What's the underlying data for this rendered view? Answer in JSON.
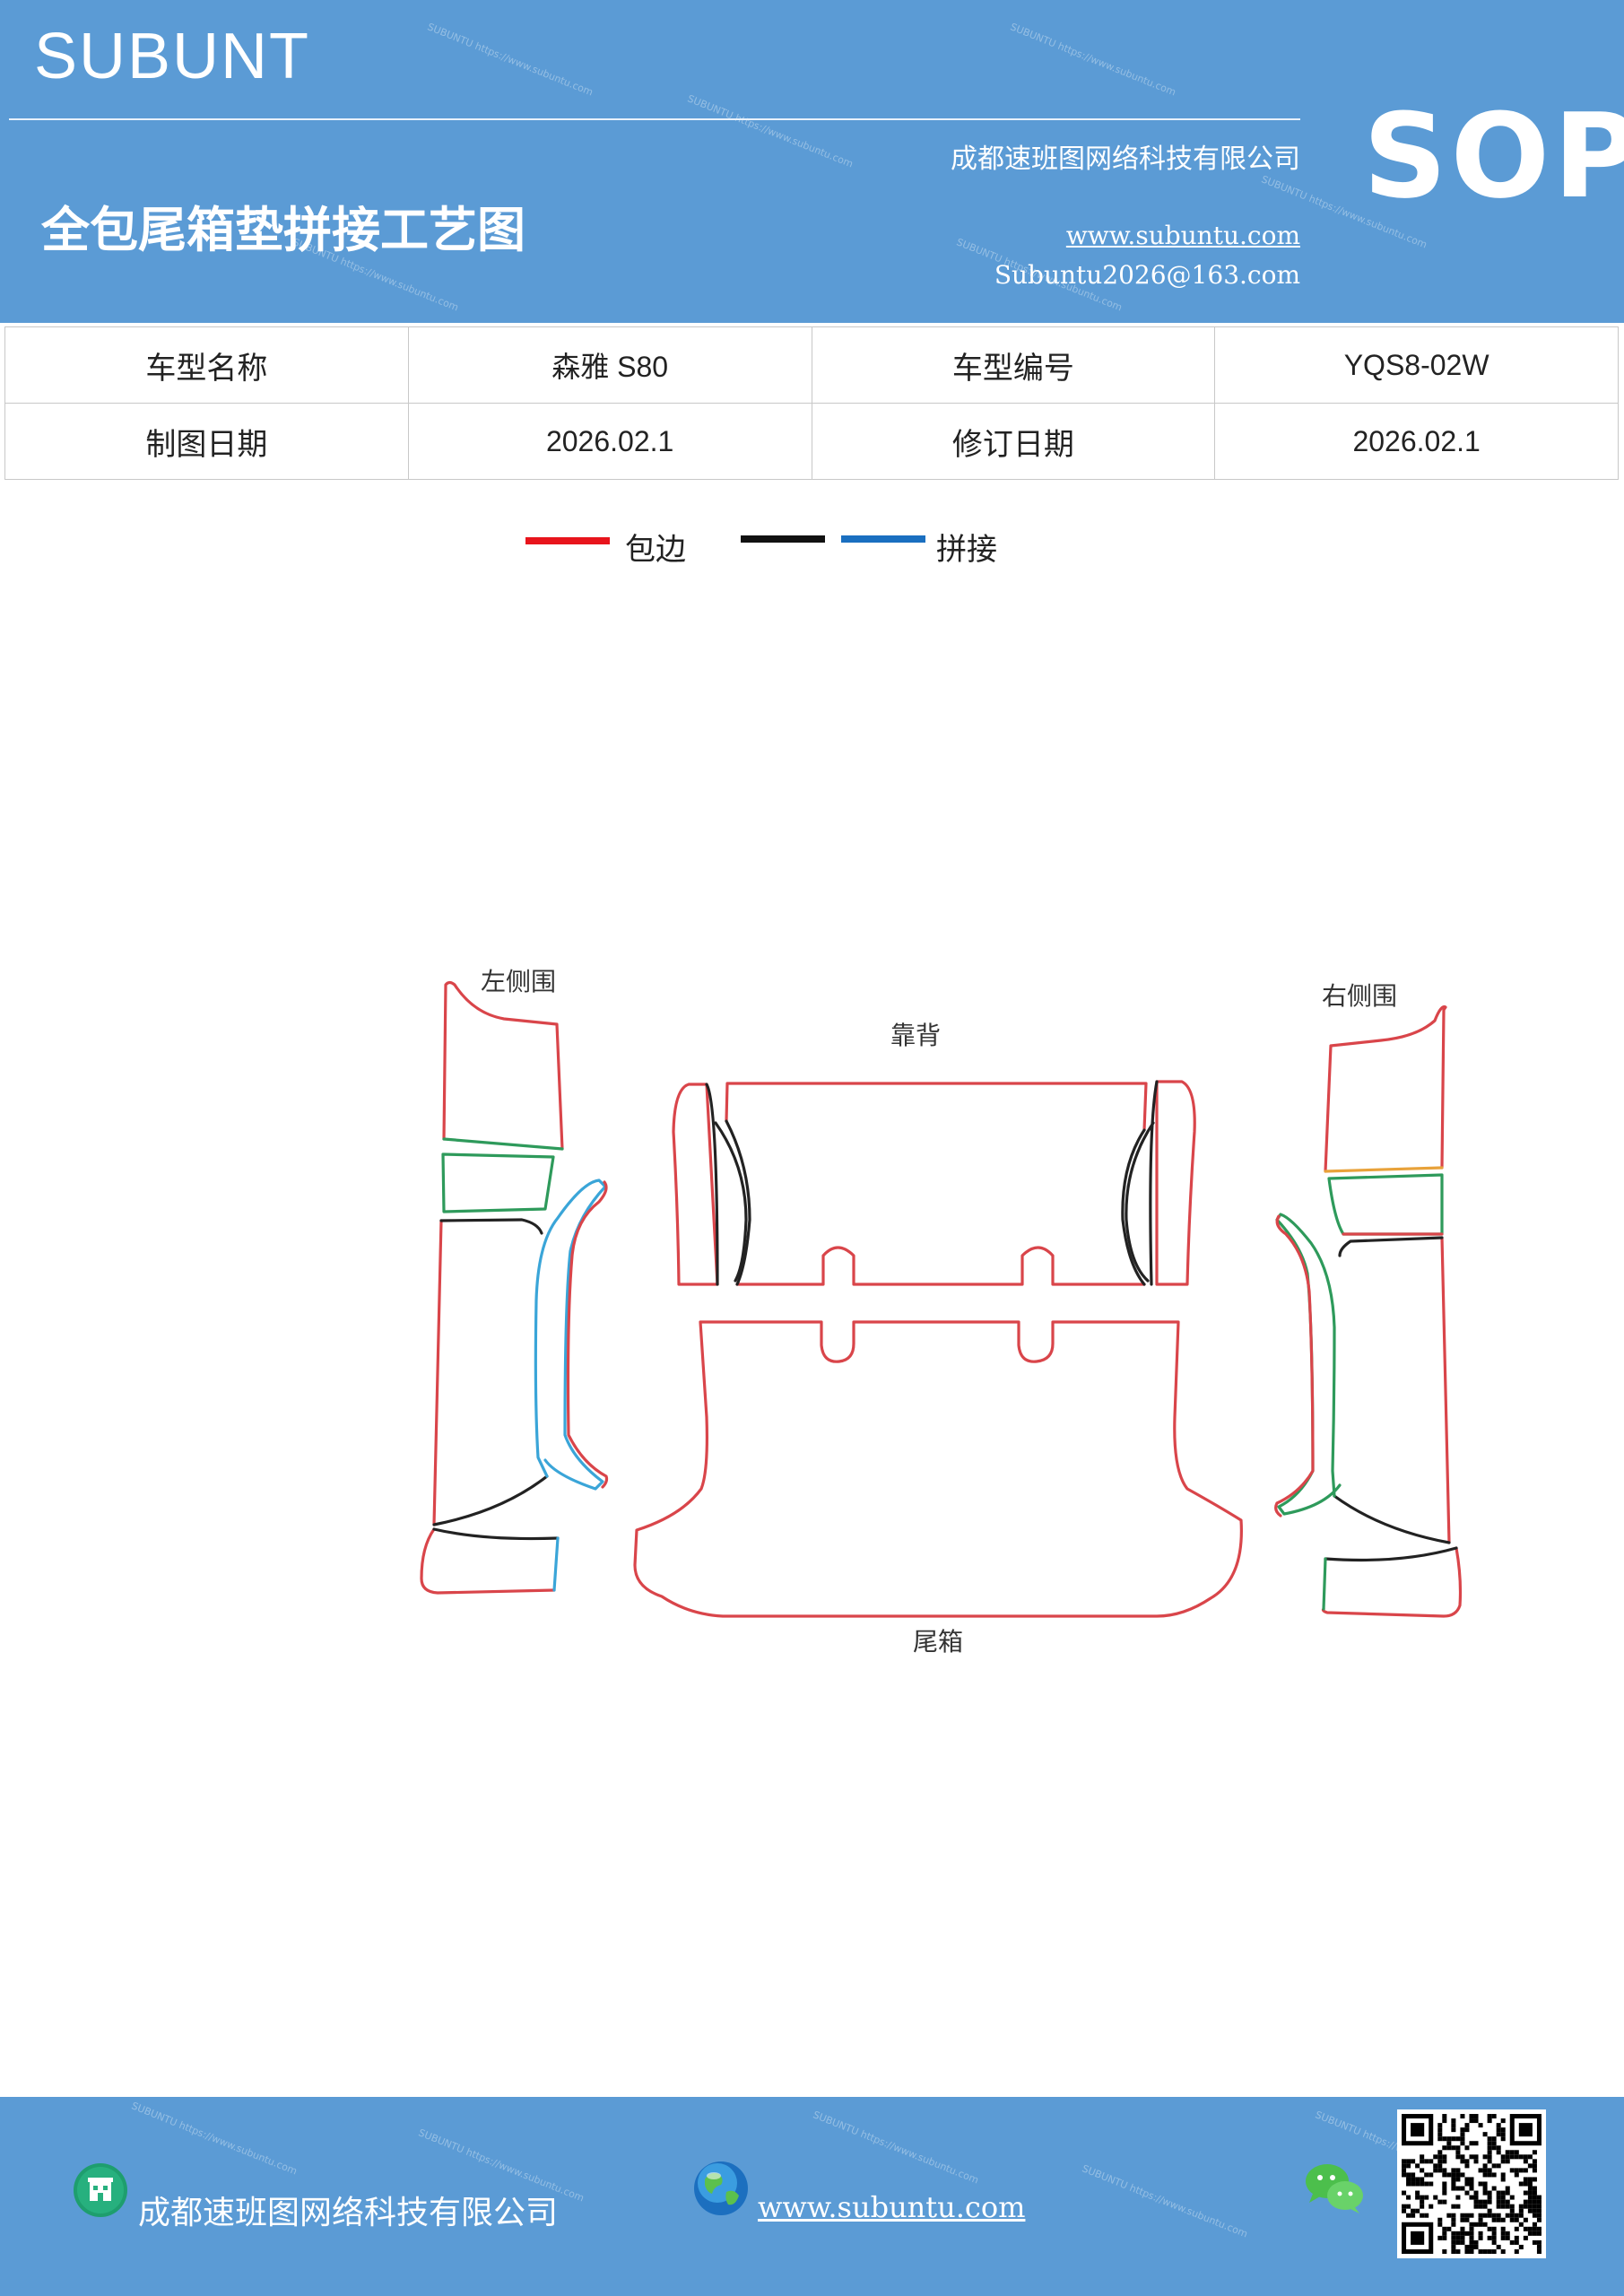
{
  "header": {
    "brand": "SUBUNT",
    "company": "成都速班图网络科技有限公司",
    "title": "全包尾箱垫拼接工艺图",
    "website": "www.subuntu.com",
    "email": "Subuntu2026@163.com",
    "badge": "SOP",
    "watermark": "SUBUNTU https://www.subuntu.com"
  },
  "info_table": {
    "rows": [
      [
        "车型名称",
        "森雅 S80",
        "车型编号",
        "YQS8-02W"
      ],
      [
        "制图日期",
        "2026.02.1",
        "修订日期",
        "2026.02.1"
      ]
    ]
  },
  "legend": {
    "items": [
      {
        "label": "包边",
        "colors": [
          "#e8141c"
        ]
      },
      {
        "label": "拼接",
        "colors": [
          "#111111",
          "#1a6fc0"
        ]
      }
    ]
  },
  "diagram": {
    "labels": {
      "left": "左侧围",
      "right": "右侧围",
      "back": "靠背",
      "trunk": "尾箱"
    },
    "colors": {
      "edge": "#d9454a",
      "seam_black": "#222222",
      "seam_blue": "#3aa5d8",
      "seam_green": "#2e9a5b",
      "seam_orange": "#e8a23a"
    }
  },
  "footer": {
    "company": "成都速班图网络科技有限公司",
    "website": "www.subuntu.com",
    "building_icon": "building-icon",
    "globe_icon": "globe-icon",
    "wechat_icon": "wechat-icon",
    "qr_icon": "qr-code-icon"
  }
}
